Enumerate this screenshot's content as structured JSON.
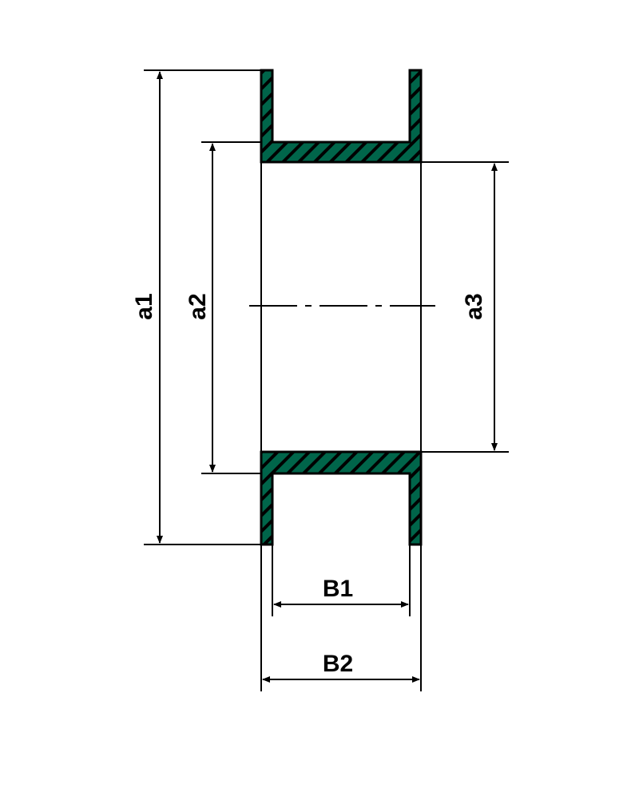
{
  "labels": {
    "a1": "a1",
    "a2": "a2",
    "a3": "a3",
    "B1": "B1",
    "B2": "B2"
  },
  "colors": {
    "section_fill": "#00654a",
    "line": "#000000"
  }
}
